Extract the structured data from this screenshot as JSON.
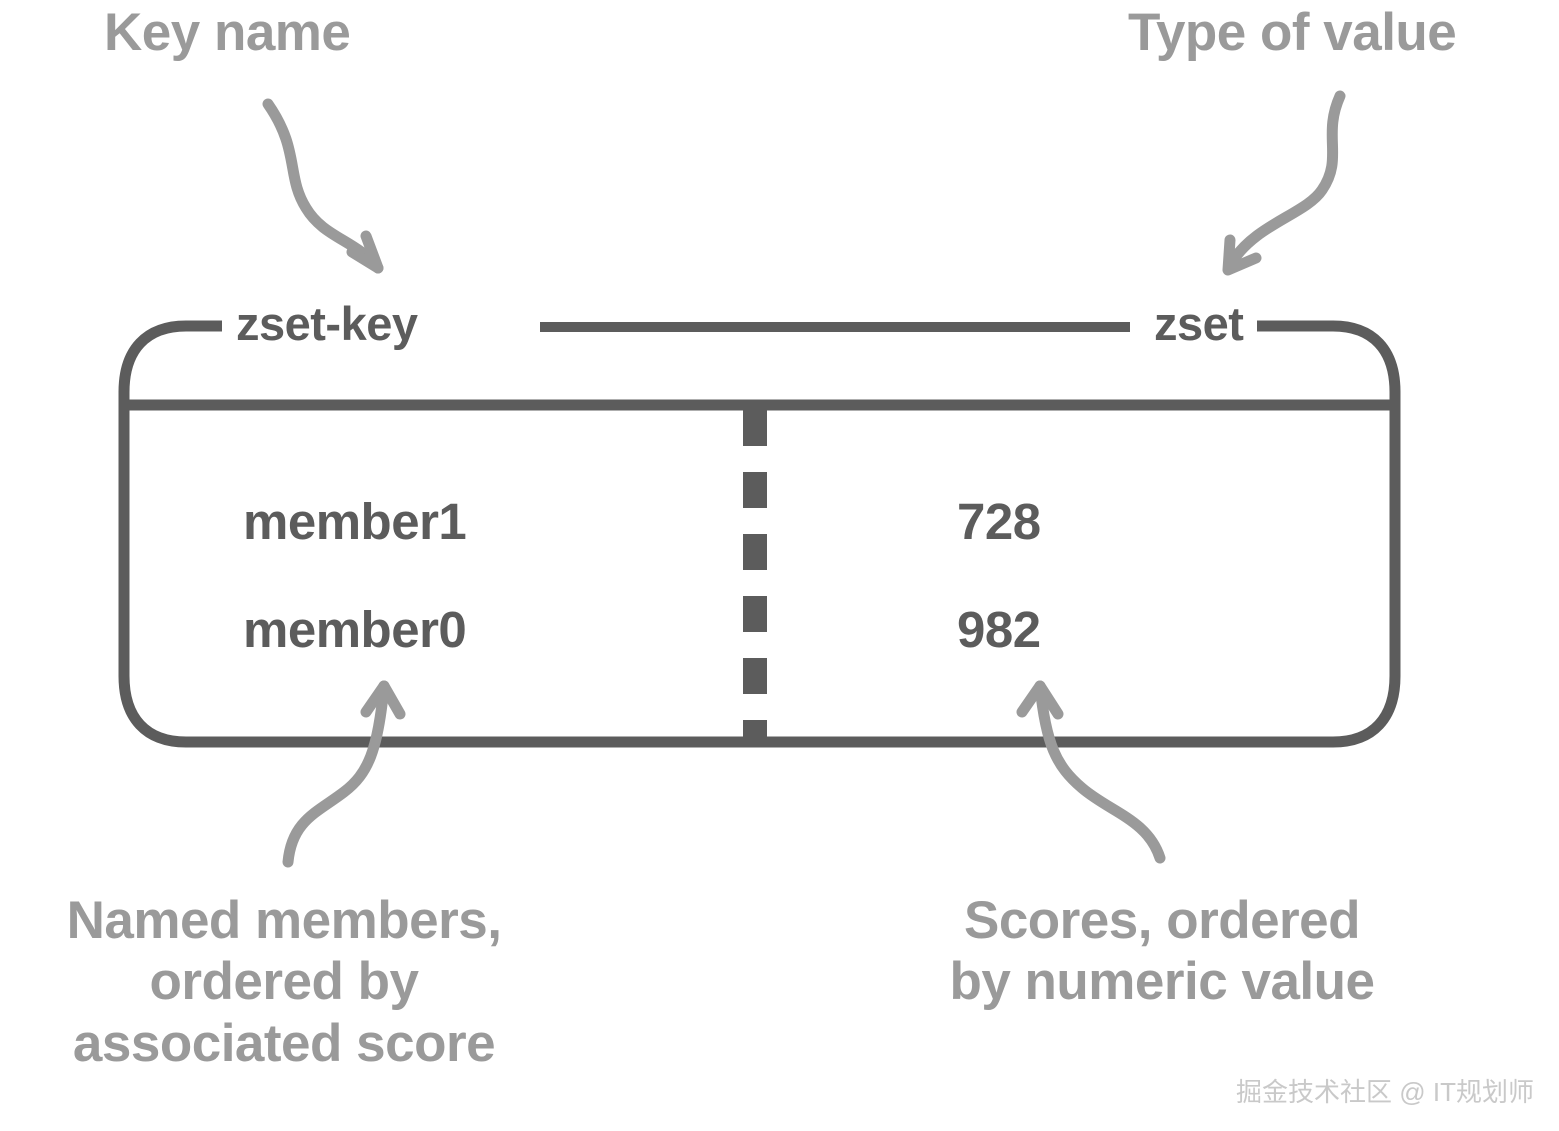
{
  "diagram": {
    "title_context": "Redis sorted set (zset) structure",
    "annotations": {
      "top_left": "Key name",
      "top_right": "Type of value",
      "bottom_left": "Named members,\nordered by\nassociated score",
      "bottom_left_lines": [
        "Named members,",
        "ordered by",
        "associated score"
      ],
      "bottom_right": "Scores, ordered\nby numeric value",
      "bottom_right_lines": [
        "Scores, ordered",
        "by numeric value"
      ]
    },
    "header": {
      "key_label": "zset-key",
      "type_label": "zset"
    },
    "entries": [
      {
        "member": "member1",
        "score": "728"
      },
      {
        "member": "member0",
        "score": "982"
      }
    ],
    "colors": {
      "annotation_text": "#9a9a9a",
      "box_stroke": "#5c5c5c",
      "cell_text": "#5c5c5c",
      "arrow_stroke": "#9a9a9a",
      "divider": "#5c5c5c",
      "background": "#ffffff",
      "watermark": "#c9c9c9"
    },
    "watermark": "掘金技术社区 @ IT规划师"
  }
}
